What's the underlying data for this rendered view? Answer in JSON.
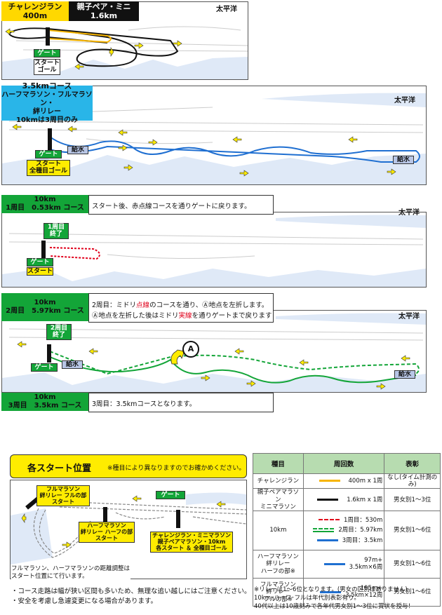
{
  "ocean_label": "太平洋",
  "panel1": {
    "challenge_title": "チャレンジラン",
    "challenge_dist": "400m",
    "pair_title": "親子ペア・ミニ",
    "pair_dist": "1.6km",
    "gate": "ゲート",
    "start_goal": "スタート\nゴール"
  },
  "panel2": {
    "title1": "3.5kmコース",
    "title2": "ハーフマラソン・フルマラソン・",
    "title3": "絆リレー",
    "title4": "10kmは3周目のみ",
    "gate": "ゲート",
    "start_goal": "スタート\n全種目ゴール",
    "water": "給水"
  },
  "panel3": {
    "title1": "10km",
    "title2": "1周目　0.53km コース",
    "desc": "スタート後、赤点線コースを通りゲートに戻ります。",
    "lap_end": "1周目\n終了",
    "gate": "ゲート",
    "start": "スタート"
  },
  "panel4": {
    "title1": "10km",
    "title2": "2周目　5.97km コース",
    "desc1_a": "2周目：ミドリ",
    "desc1_b": "点線",
    "desc1_c": "のコースを通り、Ⓐ地点を左折します。",
    "desc2_a": "Ⓐ地点を左折した後はミドリ",
    "desc2_b": "実線",
    "desc2_c": "を通りゲートまで戻ります",
    "lap_end": "2周目\n終了",
    "gate": "ゲート",
    "water": "給水",
    "point": "A"
  },
  "panel5": {
    "title1": "10km",
    "title2": "3周目　3.5km コース",
    "desc": "3周目：3.5kmコースとなります。"
  },
  "starts": {
    "title": "各スタート位置",
    "subtitle": "※種目により異なりますのでお確かめください。",
    "full_start": "フルマラソン\n絆リレー フルの部\nスタート",
    "half_start": "ハーフマラソン\n絆リレー ハーフの部\nスタート",
    "gate": "ゲート",
    "main_start": "チャレンジラン・ミニマラソン\n親子ペアマラソン・10km\n各スタート ＆ 全種目ゴール",
    "adjust_note": "フルマラソン、ハーフマラソンの距離調整は\nスタート位置にて行います。",
    "bullet1": "・コース走路は幅が狭い区間も多いため、無理な追い越しにはご注意ください。",
    "bullet2": "・安全を考慮し急遽変更になる場合があります。"
  },
  "legend": {
    "headers": [
      "種目",
      "周回数",
      "表彰"
    ],
    "rows": [
      {
        "event": "チャレンジラン",
        "laps": [
          "400m x 1周"
        ],
        "award": "なし(タイム計測のみ)"
      },
      {
        "event": "親子ペアマラソン\nミニマラソン",
        "laps": [
          "1.6km x 1周"
        ],
        "award": "男女別1～3位"
      },
      {
        "event": "10km",
        "laps": [
          "1周目：530m",
          "2周目：5.97km",
          "3周目：3.5km"
        ],
        "award": "男女別1～6位"
      },
      {
        "event": "ハーフマラソン\n絆リレー\nハーフの部※",
        "laps": [
          "97m+\n3.5km×6周"
        ],
        "award": "男女別1～6位"
      },
      {
        "event": "フルマラソン\n絆リレー\nフルの部※",
        "laps": [
          "195m+\n3.5km×12周"
        ],
        "award": "男女別1～6位"
      }
    ],
    "foot1": "※リレーは1～6位となります。(男女の区別はありません)",
    "foot2": "10km･ハーフ･フルは年代別表彰有り。",
    "foot3": "40代以上は10歳刻みで各年代男女別1～3位に賞状を授与！"
  },
  "colors": {
    "yellow": "#f7b500",
    "black": "#111111",
    "green": "#13a538",
    "blue": "#1f6fd1",
    "red": "#e0001b",
    "sea": "#dfe9f7",
    "header_yellow": "#ffd800",
    "header_blue": "#29b5e8"
  }
}
